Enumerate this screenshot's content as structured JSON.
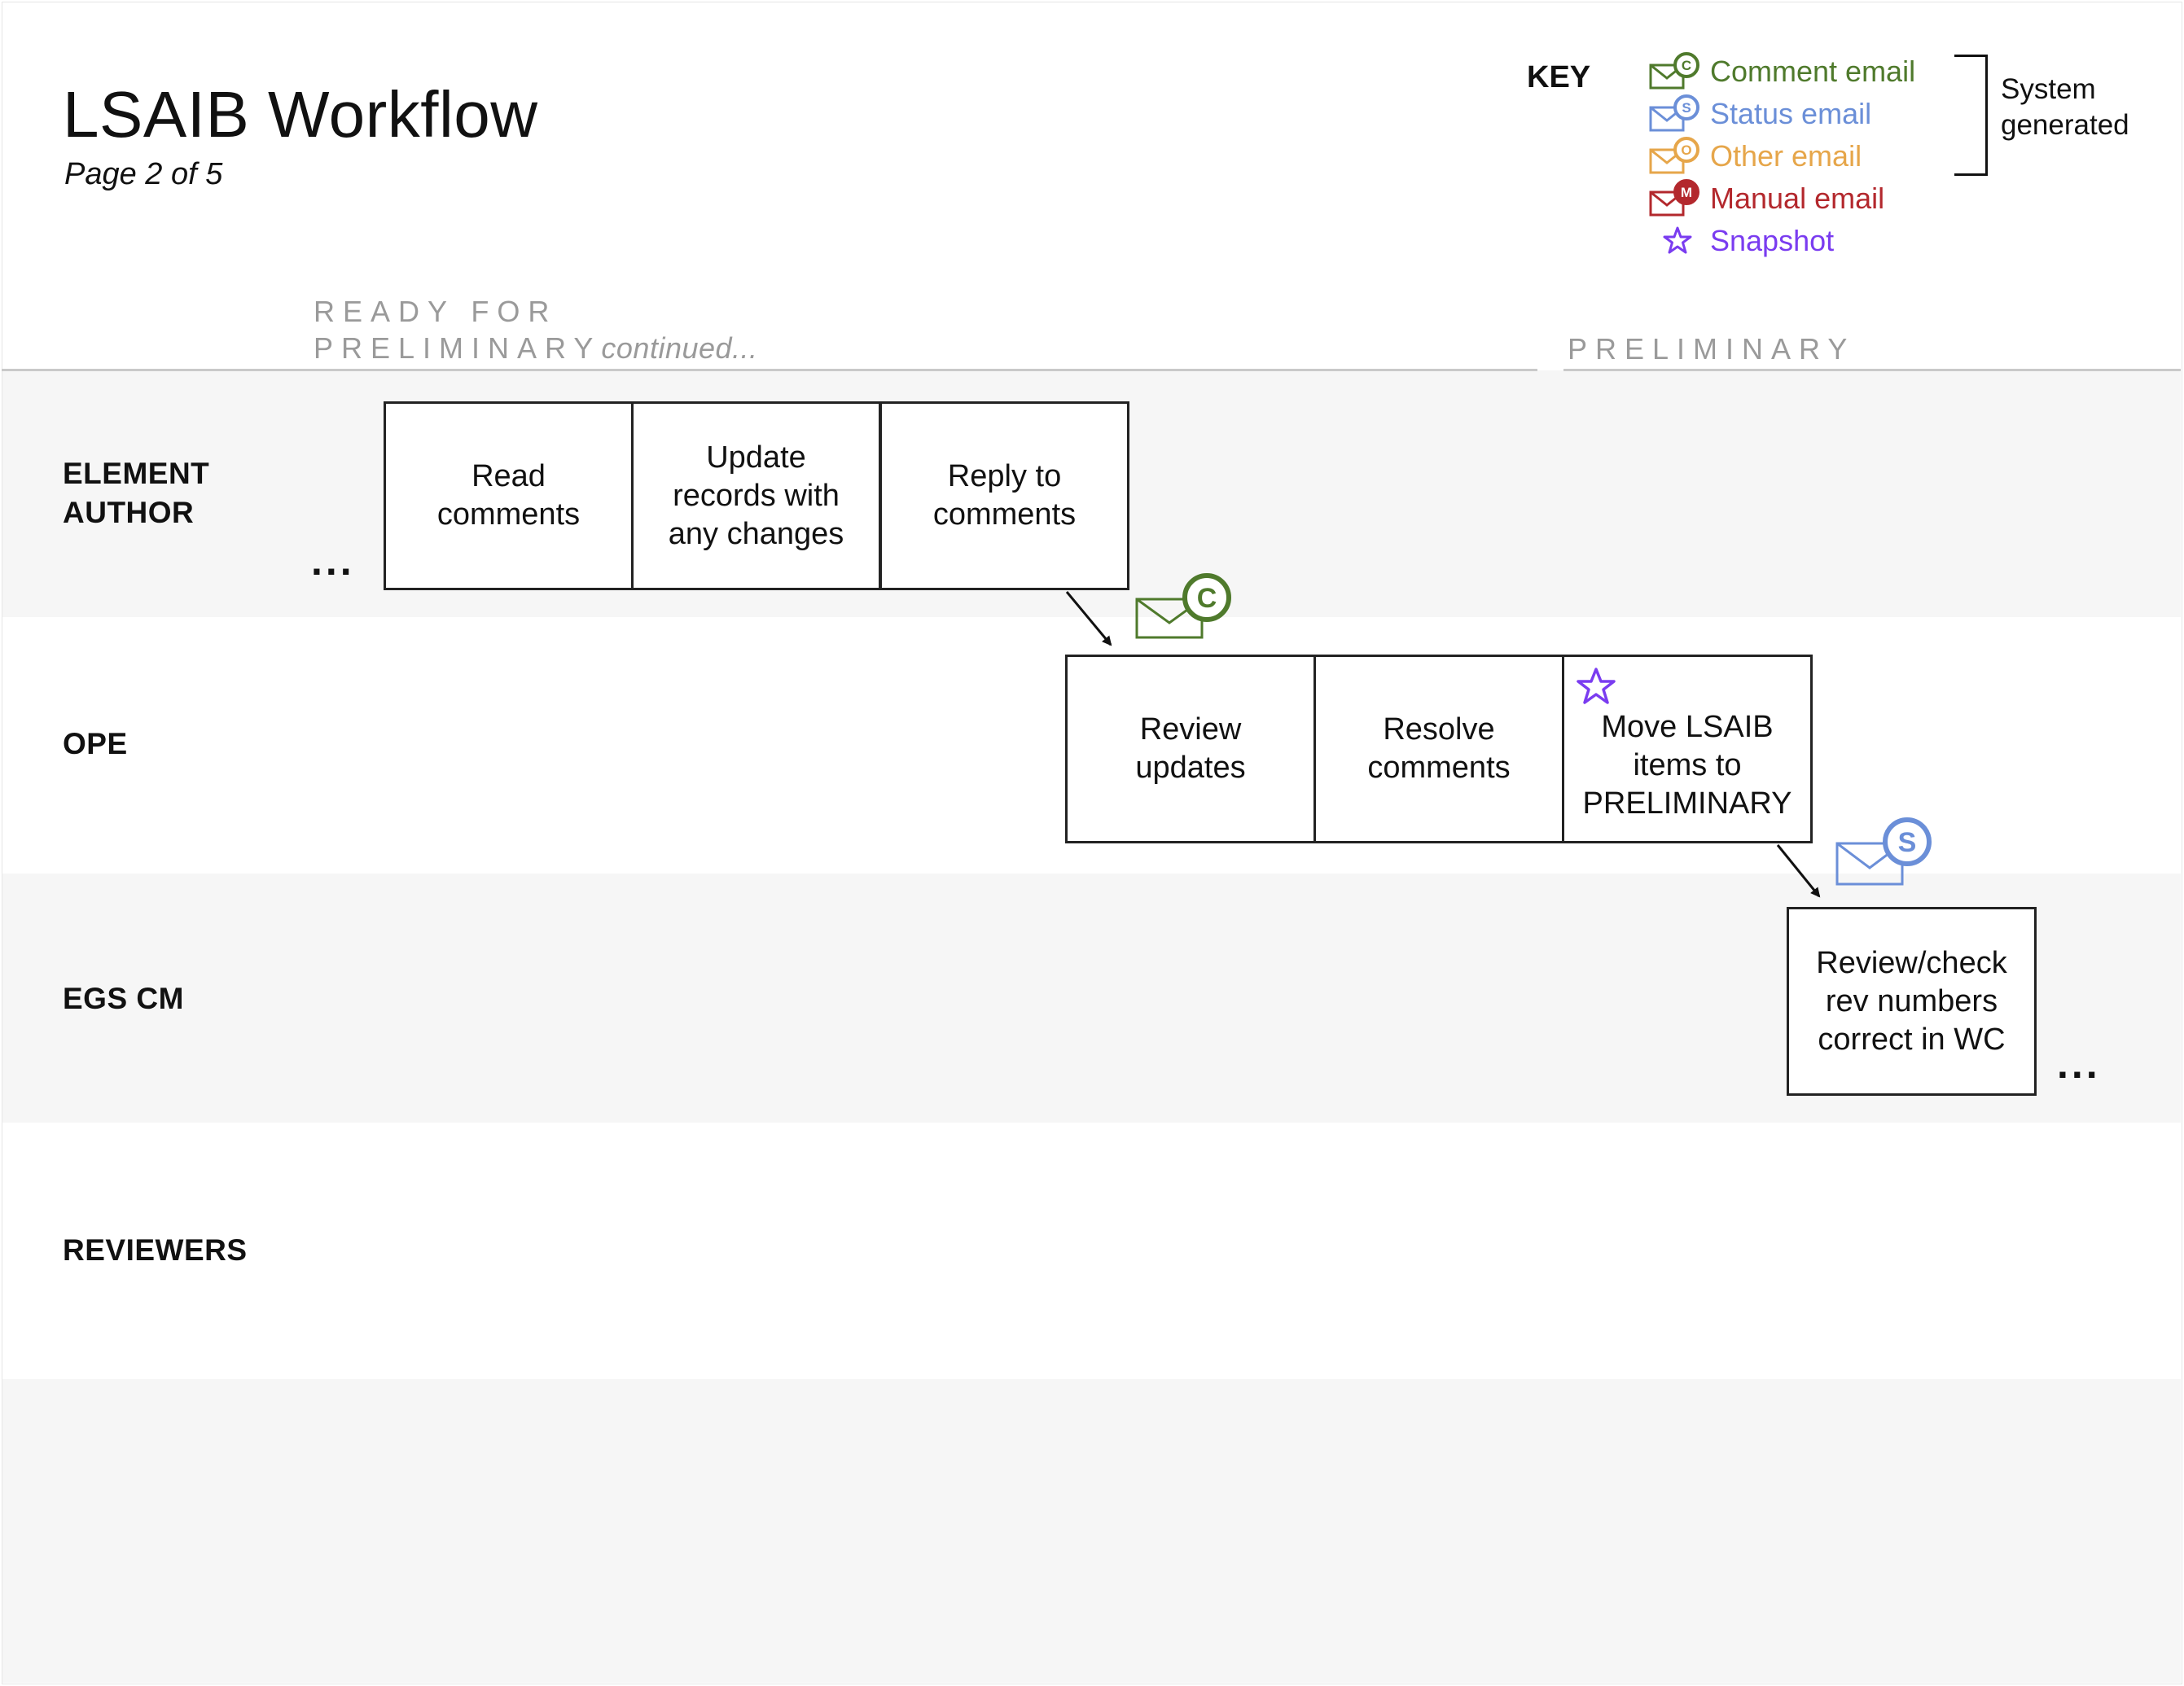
{
  "header": {
    "title": "LSAIB Workflow",
    "page": "Page 2 of 5"
  },
  "key": {
    "heading": "KEY",
    "items": [
      {
        "label": "Comment email",
        "icon": "comment-email-icon",
        "badge": "C",
        "color": "#4f7a2c"
      },
      {
        "label": "Status email",
        "icon": "status-email-icon",
        "badge": "S",
        "color": "#6b8fd8"
      },
      {
        "label": "Other email",
        "icon": "other-email-icon",
        "badge": "O",
        "color": "#e6a64a"
      },
      {
        "label": "Manual email",
        "icon": "manual-email-icon",
        "badge": "M",
        "color": "#b3282d"
      },
      {
        "label": "Snapshot",
        "icon": "star-icon",
        "badge": "",
        "color": "#7a3cf0"
      }
    ],
    "system_generated_line1": "System",
    "system_generated_line2": "generated"
  },
  "phases": {
    "ready_line1": "READY FOR",
    "ready_line2": "PRELIMINARY",
    "ready_continued": "continued...",
    "preliminary": "PRELIMINARY"
  },
  "lanes": {
    "element_author_line1": "ELEMENT",
    "element_author_line2": "AUTHOR",
    "ope": "OPE",
    "egs_cm": "EGS CM",
    "reviewers": "REVIEWERS"
  },
  "boxes": {
    "read_comments": "Read comments",
    "update_records": "Update records with any changes",
    "reply_comments": "Reply to comments",
    "review_updates": "Review updates",
    "resolve_comments": "Resolve comments",
    "move_items": "Move LSAIB items to PRELIMINARY",
    "review_check": "Review/check rev numbers correct in WC"
  },
  "continuation": "...",
  "badges": {
    "comment": "C",
    "status": "S"
  },
  "colors": {
    "comment": "#4f7a2c",
    "status": "#6b8fd8",
    "other": "#e6a64a",
    "manual": "#b3282d",
    "snapshot": "#7a3cf0",
    "phase_text": "#9a9a9a",
    "lane_bg": "#f6f6f6"
  }
}
